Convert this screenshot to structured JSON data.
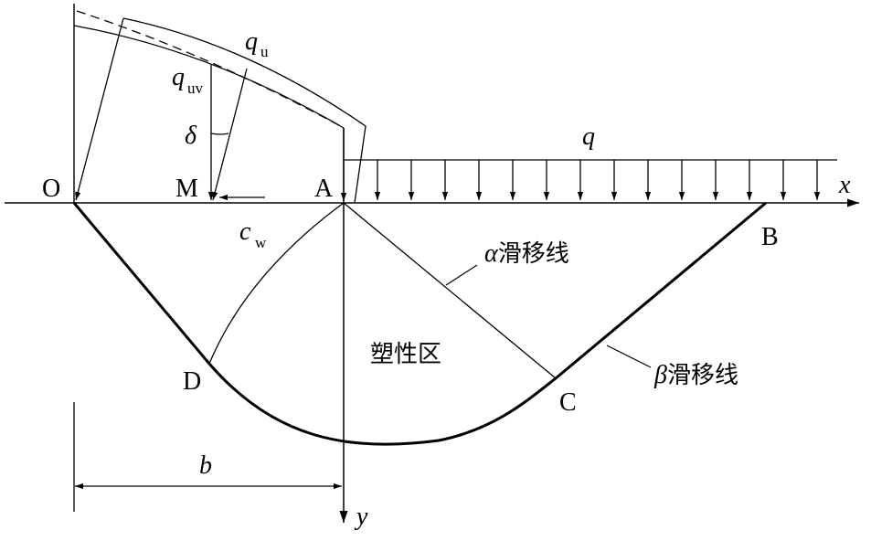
{
  "labels": {
    "O": "O",
    "M": "M",
    "A": "A",
    "B": "B",
    "C": "C",
    "D": "D",
    "x_axis": "x",
    "y_axis": "y",
    "q": "q",
    "q_u": "q",
    "q_u_sub": "u",
    "q_uv": "q",
    "q_uv_sub": "uv",
    "delta": "δ",
    "c_w": "c",
    "c_w_sub": "w",
    "b": "b"
  },
  "annotations": {
    "plastic_zone": "塑性区",
    "alpha_symbol": "α",
    "alpha_text": "滑移线",
    "beta_symbol": "β",
    "beta_text": "滑移线"
  },
  "style": {
    "line_color": "#000000",
    "background": "#ffffff"
  }
}
